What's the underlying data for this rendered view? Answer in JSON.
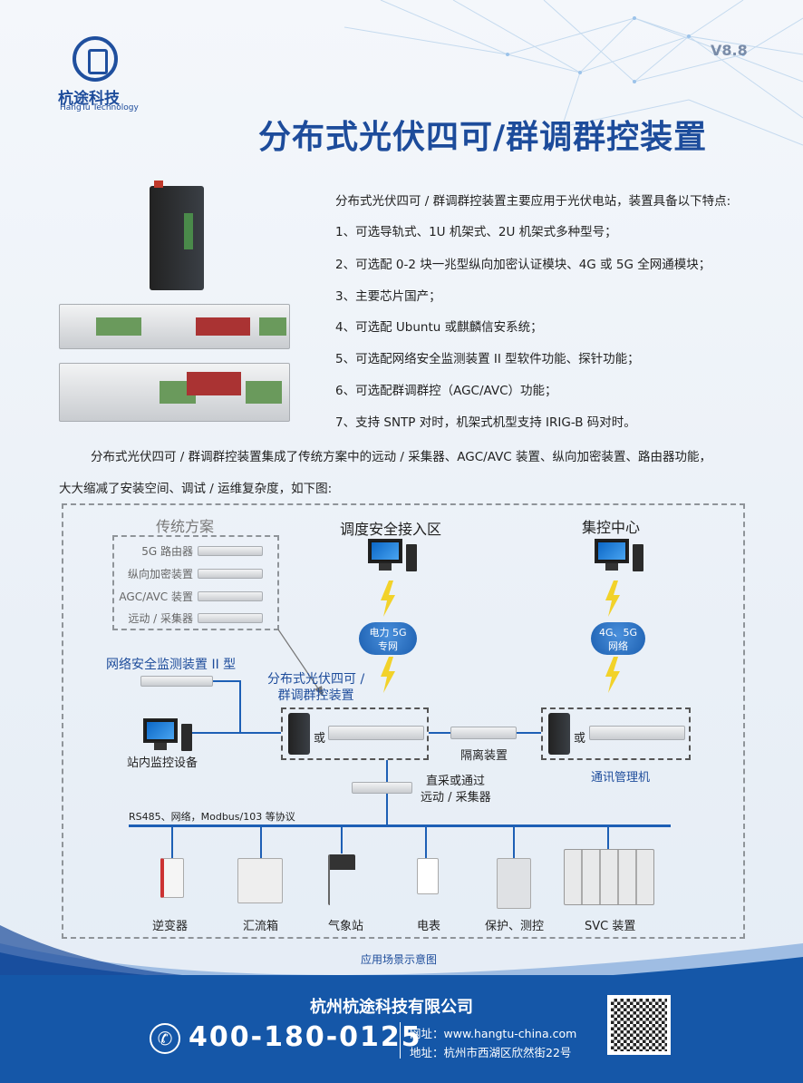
{
  "brand": {
    "name_cn": "杭途科技",
    "name_en": "HangTu Technology",
    "version": "V8.8"
  },
  "title": "分布式光伏四可/群调群控装置",
  "intro": "分布式光伏四可 / 群调群控装置主要应用于光伏电站，装置具备以下特点:",
  "features": [
    "1、可选导轨式、1U 机架式、2U 机架式多种型号；",
    "2、可选配 0-2 块一兆型纵向加密认证模块、4G 或 5G 全网通模块；",
    "3、主要芯片国产；",
    "4、可选配 Ubuntu 或麒麟信安系统；",
    "5、可选配网络安全监测装置 II 型软件功能、探针功能；",
    "6、可选配群调群控（AGC/AVC）功能；",
    "7、支持 SNTP 对时，机架式机型支持 IRIG-B 码对时。"
  ],
  "paragraph": [
    "分布式光伏四可 / 群调群控装置集成了传统方案中的远动 / 采集器、AGC/AVC 装置、纵向加密装置、路由器功能，",
    "大大缩减了安装空间、调试 / 运维复杂度，如下图:"
  ],
  "diagram": {
    "traditional": {
      "title": "传统方案",
      "items": [
        "5G 路由器",
        "纵向加密装置",
        "AGC/AVC 装置",
        "远动 / 采集器"
      ]
    },
    "dispatch_zone": "调度安全接入区",
    "control_center": "集控中心",
    "cloud_left": [
      "电力 5G",
      "专网"
    ],
    "cloud_right": [
      "4G、5G",
      "网络"
    ],
    "net_monitor": "网络安全监测装置 II 型",
    "station_monitor": "站内监控设备",
    "device_label": [
      "分布式光伏四可 /",
      "群调群控装置"
    ],
    "or": "或",
    "isolation": "隔离装置",
    "comm_manager": "通讯管理机",
    "direct": [
      "直采或通过",
      "远动 / 采集器"
    ],
    "bus": "RS485、网络，Modbus/103 等协议",
    "endpoints": [
      "逆变器",
      "汇流箱",
      "气象站",
      "电表",
      "保护、测控",
      "SVC 装置"
    ],
    "caption": "应用场景示意图"
  },
  "footer": {
    "company": "杭州杭途科技有限公司",
    "phone": "400-180-0125",
    "website": "网址：www.hangtu-china.com",
    "address": "地址：杭州市西湖区欣然街22号"
  },
  "colors": {
    "primary": "#1d4c9b",
    "footer": "#1557a8",
    "bolt": "#f2d22a"
  }
}
